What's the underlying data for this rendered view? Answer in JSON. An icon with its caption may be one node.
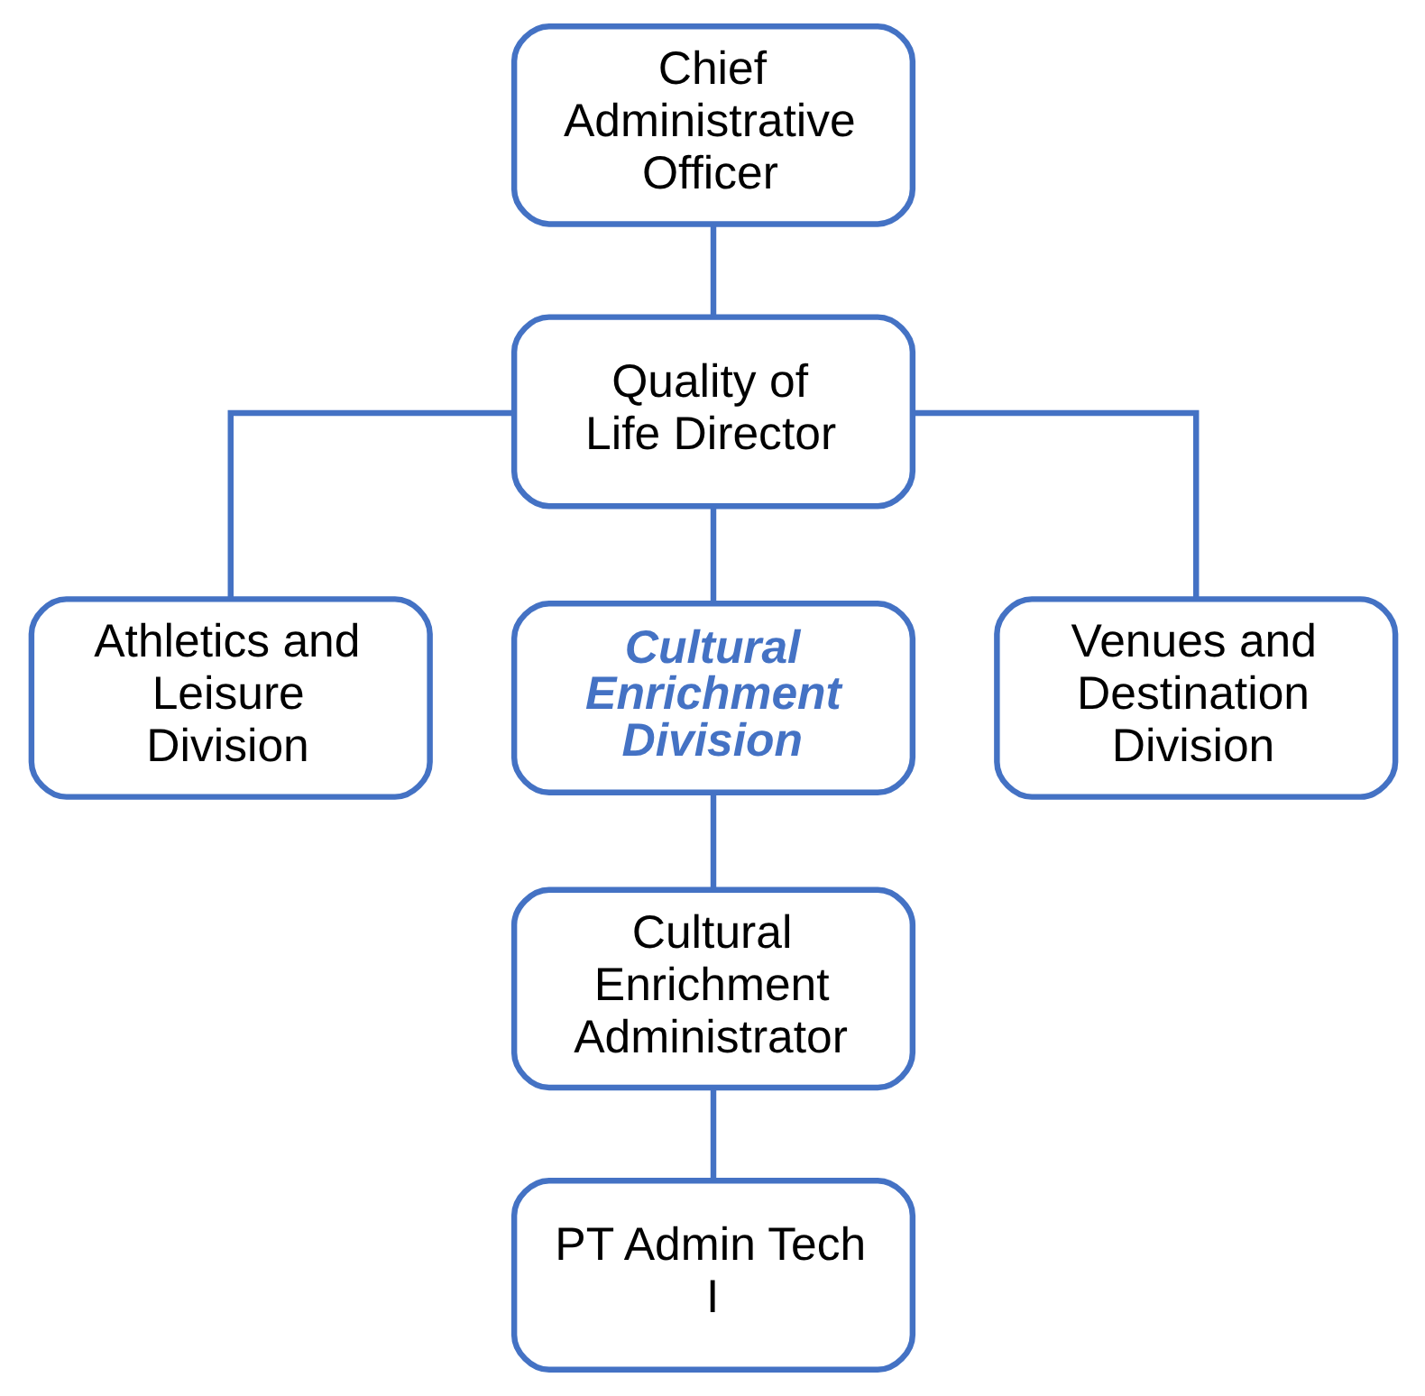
{
  "diagram": {
    "nodes": [
      {
        "text": [
          "Chief Administrative Officer"
        ]
      },
      {
        "text": [
          "Quality of Life Director"
        ]
      },
      {
        "text": [
          "Athletics and Leisure Division"
        ]
      },
      {
        "text": [
          "Cultural Enrichment Division"
        ]
      },
      {
        "text": [
          "Venues and Destination Division"
        ]
      },
      {
        "text": [
          "Cultural Enrichment Administrator"
        ]
      },
      {
        "text": [
          "PT Admin Tech I"
        ]
      }
    ],
    "edges": [
      {
        "from": 0,
        "to": 1,
        "arrow": "none"
      },
      {
        "from": 1,
        "to": 2,
        "arrow": "none"
      },
      {
        "from": 1,
        "to": 3,
        "arrow": "none"
      },
      {
        "from": 1,
        "to": 4,
        "arrow": "none"
      },
      {
        "from": 3,
        "to": 5,
        "arrow": "none"
      },
      {
        "from": 5,
        "to": 6,
        "arrow": "none"
      }
    ]
  }
}
